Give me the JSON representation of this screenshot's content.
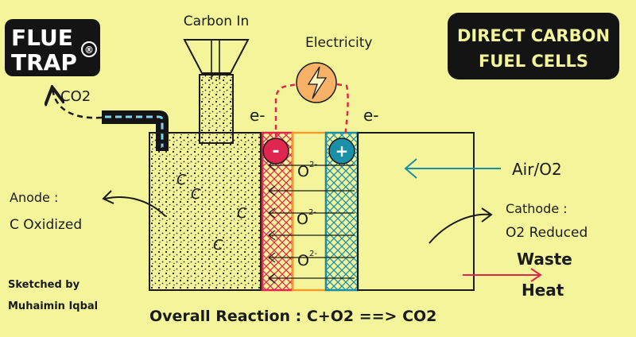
{
  "logo": {
    "line1": "FLUE",
    "line2": "TRAP",
    "mark": "®"
  },
  "title": {
    "line1": "DIRECT CARBON",
    "line2": "FUEL CELLS"
  },
  "labels": {
    "carbon_in": "Carbon In",
    "electricity": "Electricity",
    "co2": "CO2",
    "e_left": "e-",
    "e_right": "e-",
    "air_o2": "Air/O2",
    "anode_line1": "Anode :",
    "anode_line2": "C Oxidized",
    "cathode_line1": "Cathode :",
    "cathode_line2": "O2 Reduced",
    "waste": "Waste",
    "heat": "Heat",
    "credit_line1": "Sketched by",
    "credit_line2": "Muhaimin Iqbal",
    "reaction": "Overall Reaction : C+O2 ==> CO2",
    "minus": "-",
    "plus": "+",
    "carbon_c": "C",
    "oxide_ion": "O",
    "oxide_charge": "2-"
  },
  "colors": {
    "background": "#f4f59a",
    "ink": "#1a1a1a",
    "anode_electrode": "#e0264f",
    "electrolyte": "#f29a2b",
    "cathode_electrode": "#1a8fa8",
    "air_arrow": "#1a8fa8",
    "heat_arrow": "#e0264f",
    "bulb": "#f7b267",
    "title_bg": "#141414",
    "title_text": "#f4f59a"
  }
}
